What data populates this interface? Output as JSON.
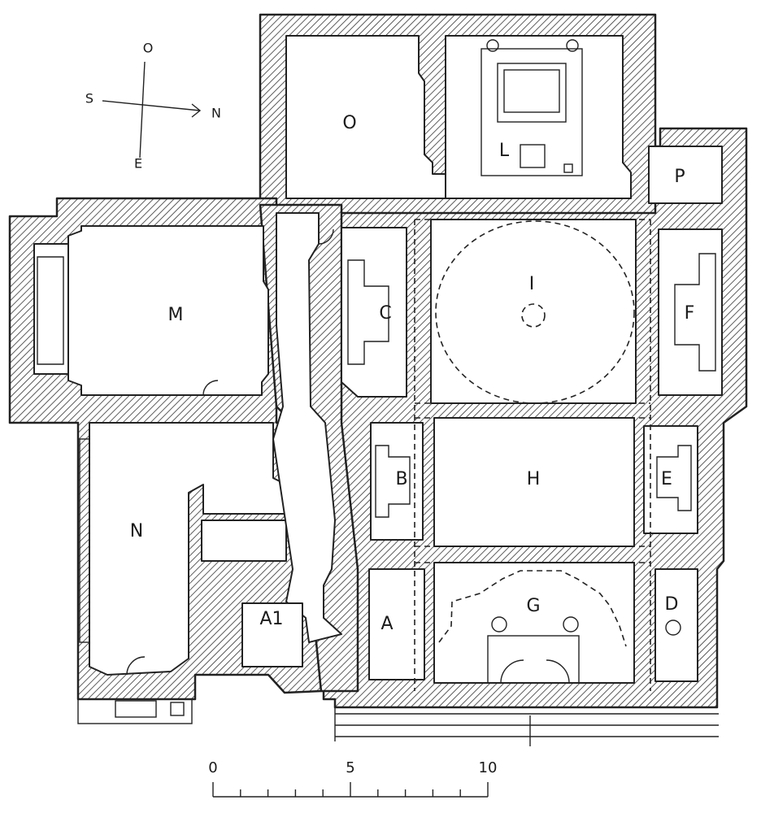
{
  "compass": {
    "n": "N",
    "s": "S",
    "e": "E",
    "o": "O"
  },
  "rooms": {
    "A": "A",
    "A1": "A1",
    "B": "B",
    "C": "C",
    "D": "D",
    "E": "E",
    "F": "F",
    "G": "G",
    "H": "H",
    "I": "I",
    "L": "L",
    "M": "M",
    "N": "N",
    "O": "O",
    "P": "P"
  },
  "scale_bar": {
    "ticks": [
      "0",
      "5",
      "10"
    ],
    "max_value": 10
  }
}
